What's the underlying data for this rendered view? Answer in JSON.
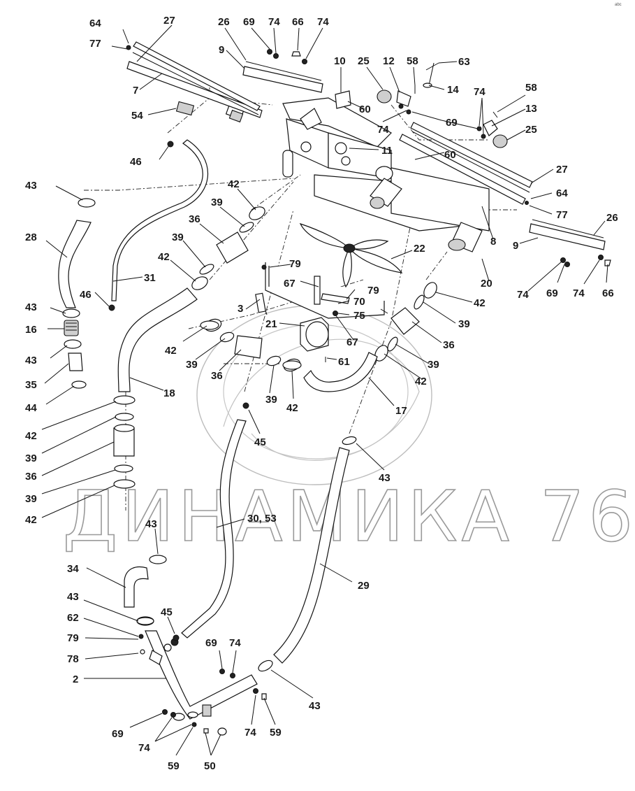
{
  "watermark": {
    "text": "ДИНАМИКА 76"
  },
  "corner_mark": "abc",
  "callouts": [
    {
      "id": "c64a",
      "text": "64"
    },
    {
      "id": "c77a",
      "text": "77"
    },
    {
      "id": "c27a",
      "text": "27"
    },
    {
      "id": "c26a",
      "text": "26"
    },
    {
      "id": "c69a",
      "text": "69"
    },
    {
      "id": "c74a",
      "text": "74"
    },
    {
      "id": "c66a",
      "text": "66"
    },
    {
      "id": "c74b",
      "text": "74"
    },
    {
      "id": "c9a",
      "text": "9"
    },
    {
      "id": "c10",
      "text": "10"
    },
    {
      "id": "c25a",
      "text": "25"
    },
    {
      "id": "c12",
      "text": "12"
    },
    {
      "id": "c58a",
      "text": "58"
    },
    {
      "id": "c63",
      "text": "63"
    },
    {
      "id": "c14",
      "text": "14"
    },
    {
      "id": "c7",
      "text": "7"
    },
    {
      "id": "c54",
      "text": "54"
    },
    {
      "id": "c60a",
      "text": "60"
    },
    {
      "id": "c74c",
      "text": "74"
    },
    {
      "id": "c69b",
      "text": "69"
    },
    {
      "id": "c74d",
      "text": "74"
    },
    {
      "id": "c58b",
      "text": "58"
    },
    {
      "id": "c13",
      "text": "13"
    },
    {
      "id": "c25b",
      "text": "25"
    },
    {
      "id": "c11",
      "text": "11"
    },
    {
      "id": "c60b",
      "text": "60"
    },
    {
      "id": "c46a",
      "text": "46"
    },
    {
      "id": "c27b",
      "text": "27"
    },
    {
      "id": "c43a",
      "text": "43"
    },
    {
      "id": "c42a",
      "text": "42"
    },
    {
      "id": "c64b",
      "text": "64"
    },
    {
      "id": "c39a",
      "text": "39"
    },
    {
      "id": "c77b",
      "text": "77"
    },
    {
      "id": "c28",
      "text": "28"
    },
    {
      "id": "c36a",
      "text": "36"
    },
    {
      "id": "c26b",
      "text": "26"
    },
    {
      "id": "c8",
      "text": "8"
    },
    {
      "id": "c39b",
      "text": "39"
    },
    {
      "id": "c22",
      "text": "22"
    },
    {
      "id": "c9b",
      "text": "9"
    },
    {
      "id": "c42b",
      "text": "42"
    },
    {
      "id": "c79a",
      "text": "79"
    },
    {
      "id": "c20",
      "text": "20"
    },
    {
      "id": "c31",
      "text": "31"
    },
    {
      "id": "c67a",
      "text": "67"
    },
    {
      "id": "c74e",
      "text": "74"
    },
    {
      "id": "c69c",
      "text": "69"
    },
    {
      "id": "c74f",
      "text": "74"
    },
    {
      "id": "c66b",
      "text": "66"
    },
    {
      "id": "c46b",
      "text": "46"
    },
    {
      "id": "c79b",
      "text": "79"
    },
    {
      "id": "c43b",
      "text": "43"
    },
    {
      "id": "c3",
      "text": "3"
    },
    {
      "id": "c70",
      "text": "70"
    },
    {
      "id": "c42c",
      "text": "42"
    },
    {
      "id": "c16",
      "text": "16"
    },
    {
      "id": "c75",
      "text": "75"
    },
    {
      "id": "c21",
      "text": "21"
    },
    {
      "id": "c39c",
      "text": "39"
    },
    {
      "id": "c43c",
      "text": "43"
    },
    {
      "id": "c42d",
      "text": "42"
    },
    {
      "id": "c67b",
      "text": "67"
    },
    {
      "id": "c36b",
      "text": "36"
    },
    {
      "id": "c35",
      "text": "35"
    },
    {
      "id": "c39d",
      "text": "39"
    },
    {
      "id": "c61",
      "text": "61"
    },
    {
      "id": "c39e",
      "text": "39"
    },
    {
      "id": "c44",
      "text": "44"
    },
    {
      "id": "c36c",
      "text": "36"
    },
    {
      "id": "c42e",
      "text": "42"
    },
    {
      "id": "c18",
      "text": "18"
    },
    {
      "id": "c39f",
      "text": "39"
    },
    {
      "id": "c42f",
      "text": "42"
    },
    {
      "id": "c17",
      "text": "17"
    },
    {
      "id": "c42g",
      "text": "42"
    },
    {
      "id": "c45a",
      "text": "45"
    },
    {
      "id": "c39g",
      "text": "39"
    },
    {
      "id": "c36d",
      "text": "36"
    },
    {
      "id": "c43d",
      "text": "43"
    },
    {
      "id": "c39h",
      "text": "39"
    },
    {
      "id": "c42h",
      "text": "42"
    },
    {
      "id": "c3053",
      "text": "30, 53"
    },
    {
      "id": "c43e",
      "text": "43"
    },
    {
      "id": "c29",
      "text": "29"
    },
    {
      "id": "c34",
      "text": "34"
    },
    {
      "id": "c43f",
      "text": "43"
    },
    {
      "id": "c45b",
      "text": "45"
    },
    {
      "id": "c62",
      "text": "62"
    },
    {
      "id": "c69d",
      "text": "69"
    },
    {
      "id": "c74g",
      "text": "74"
    },
    {
      "id": "c79c",
      "text": "79"
    },
    {
      "id": "c78",
      "text": "78"
    },
    {
      "id": "c2",
      "text": "2"
    },
    {
      "id": "c43g",
      "text": "43"
    },
    {
      "id": "c69e",
      "text": "69"
    },
    {
      "id": "c74h",
      "text": "74"
    },
    {
      "id": "c59a",
      "text": "59"
    },
    {
      "id": "c74i",
      "text": "74"
    },
    {
      "id": "c59b",
      "text": "59"
    },
    {
      "id": "c50",
      "text": "50"
    }
  ]
}
